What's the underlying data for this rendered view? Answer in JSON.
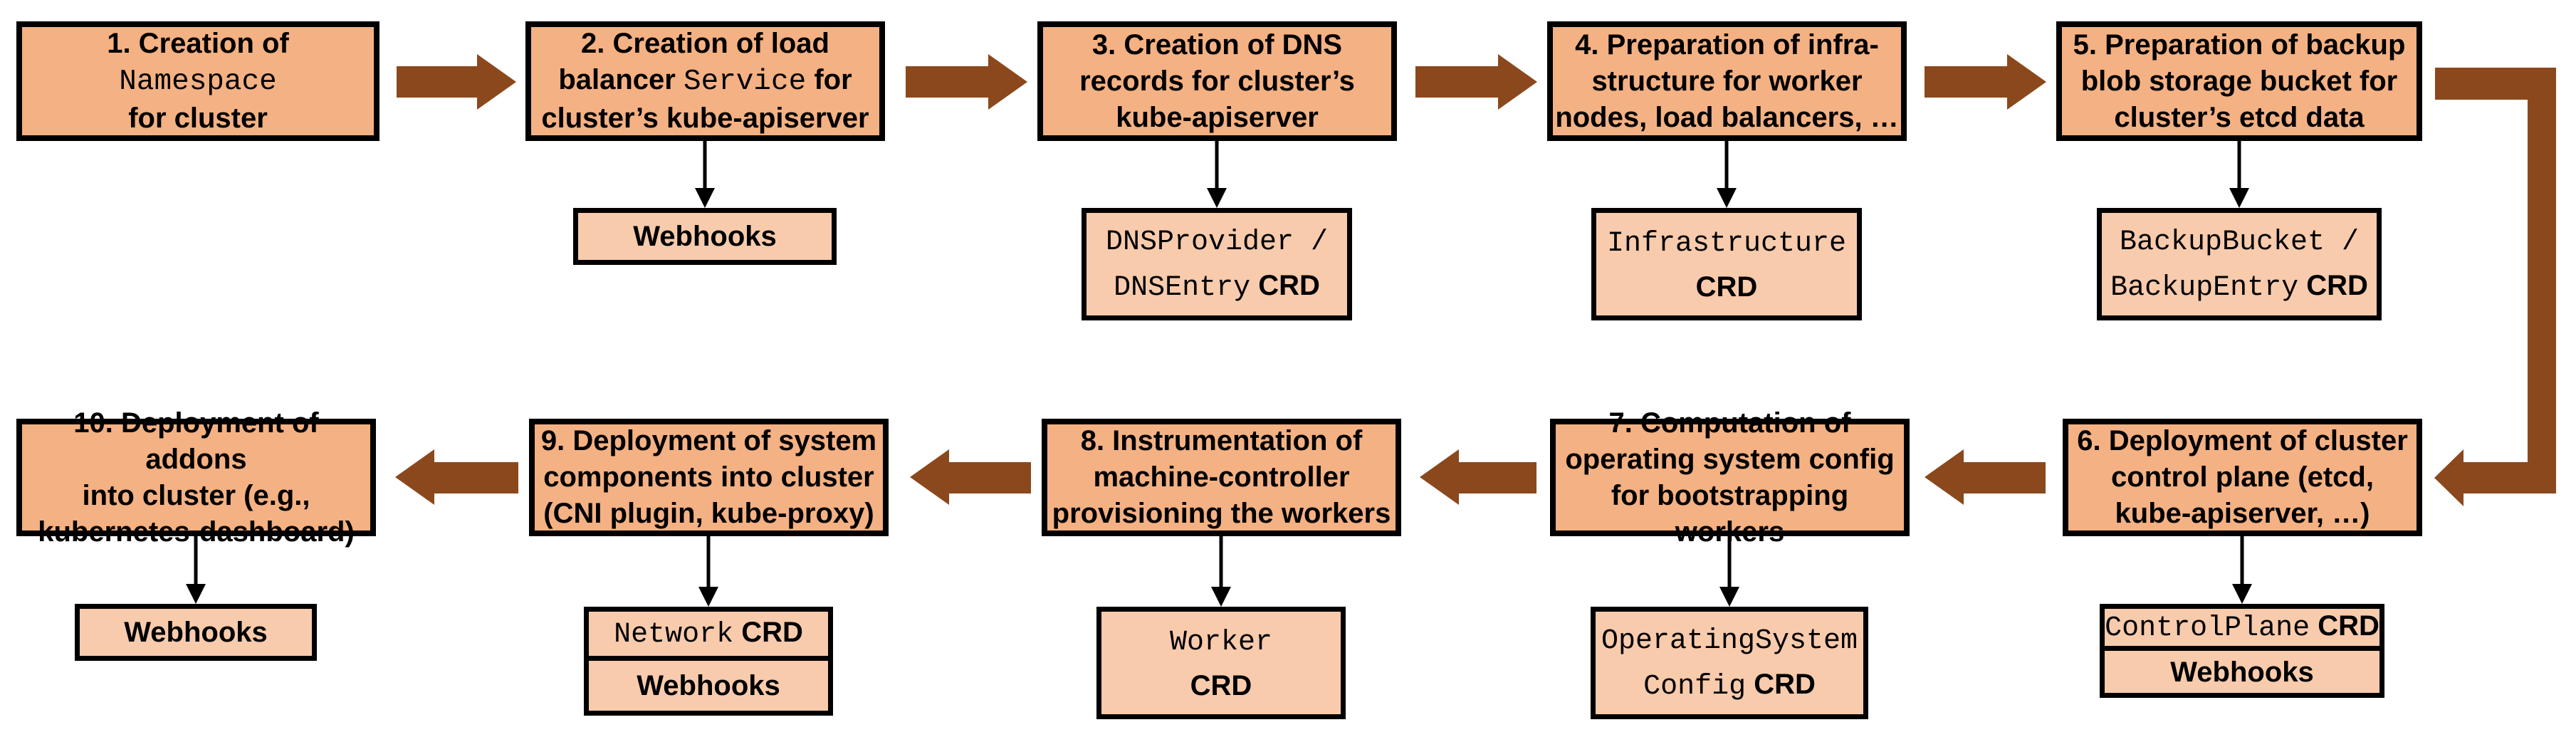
{
  "colors": {
    "main_box_fill": "#F4B183",
    "sub_box_fill": "#F8CBAD",
    "arrow_brown": "#8B481C",
    "border_black": "#000000"
  },
  "steps": [
    {
      "lines": [
        [
          {
            "t": "1. Creation of"
          }
        ],
        [
          {
            "t": "Namespace",
            "m": 1
          }
        ],
        [
          {
            "t": "for cluster"
          }
        ]
      ],
      "sub": null
    },
    {
      "lines": [
        [
          {
            "t": "2. Creation of load"
          }
        ],
        [
          {
            "t": "balancer "
          },
          {
            "t": "Service",
            "m": 1
          },
          {
            "t": " for"
          }
        ],
        [
          {
            "t": "cluster’s kube-apiserver"
          }
        ]
      ],
      "sub": {
        "lines": [
          [
            {
              "t": "Webhooks"
            }
          ]
        ]
      }
    },
    {
      "lines": [
        [
          {
            "t": "3. Creation of DNS"
          }
        ],
        [
          {
            "t": "records for cluster’s"
          }
        ],
        [
          {
            "t": "kube-apiserver"
          }
        ]
      ],
      "sub": {
        "lines": [
          [
            {
              "t": "DNSProvider /",
              "m": 1
            }
          ],
          [
            {
              "t": "DNSEntry",
              "m": 1
            },
            {
              "t": " CRD"
            }
          ]
        ]
      }
    },
    {
      "lines": [
        [
          {
            "t": "4. Preparation of infra-"
          }
        ],
        [
          {
            "t": "structure for worker"
          }
        ],
        [
          {
            "t": "nodes, load balancers, …"
          }
        ]
      ],
      "sub": {
        "lines": [
          [
            {
              "t": "Infrastructure",
              "m": 1
            }
          ],
          [
            {
              "t": "CRD"
            }
          ]
        ]
      }
    },
    {
      "lines": [
        [
          {
            "t": "5. Preparation of backup"
          }
        ],
        [
          {
            "t": "blob storage bucket for"
          }
        ],
        [
          {
            "t": "cluster’s etcd data"
          }
        ]
      ],
      "sub": {
        "lines": [
          [
            {
              "t": "BackupBucket /",
              "m": 1
            }
          ],
          [
            {
              "t": "BackupEntry",
              "m": 1
            },
            {
              "t": " CRD"
            }
          ]
        ]
      }
    },
    {
      "lines": [
        [
          {
            "t": "6. Deployment of cluster"
          }
        ],
        [
          {
            "t": "control plane (etcd,"
          }
        ],
        [
          {
            "t": "kube-apiserver, …)"
          }
        ]
      ],
      "sub": {
        "rows": [
          [
            [
              {
                "t": "ControlPlane",
                "m": 1
              },
              {
                "t": " CRD"
              }
            ]
          ],
          [
            [
              {
                "t": "Webhooks"
              }
            ]
          ]
        ]
      }
    },
    {
      "lines": [
        [
          {
            "t": "7. Computation of"
          }
        ],
        [
          {
            "t": "operating system config"
          }
        ],
        [
          {
            "t": "for bootstrapping workers"
          }
        ]
      ],
      "sub": {
        "lines": [
          [
            {
              "t": "OperatingSystem",
              "m": 1
            }
          ],
          [
            {
              "t": "Config",
              "m": 1
            },
            {
              "t": " CRD"
            }
          ]
        ]
      }
    },
    {
      "lines": [
        [
          {
            "t": "8. Instrumentation of"
          }
        ],
        [
          {
            "t": "machine-controller"
          }
        ],
        [
          {
            "t": "provisioning the workers"
          }
        ]
      ],
      "sub": {
        "lines": [
          [
            {
              "t": "Worker",
              "m": 1
            }
          ],
          [
            {
              "t": "CRD"
            }
          ]
        ]
      }
    },
    {
      "lines": [
        [
          {
            "t": "9. Deployment of system"
          }
        ],
        [
          {
            "t": "components into cluster"
          }
        ],
        [
          {
            "t": "(CNI plugin, kube-proxy)"
          }
        ]
      ],
      "sub": {
        "rows": [
          [
            [
              {
                "t": "Network",
                "m": 1
              },
              {
                "t": " CRD"
              }
            ]
          ],
          [
            [
              {
                "t": "Webhooks"
              }
            ]
          ]
        ]
      }
    },
    {
      "lines": [
        [
          {
            "t": "10. Deployment of addons"
          }
        ],
        [
          {
            "t": "into cluster (e.g.,"
          }
        ],
        [
          {
            "t": "kubernetes-dashboard)"
          }
        ]
      ],
      "sub": {
        "lines": [
          [
            {
              "t": "Webhooks"
            }
          ]
        ]
      }
    }
  ]
}
